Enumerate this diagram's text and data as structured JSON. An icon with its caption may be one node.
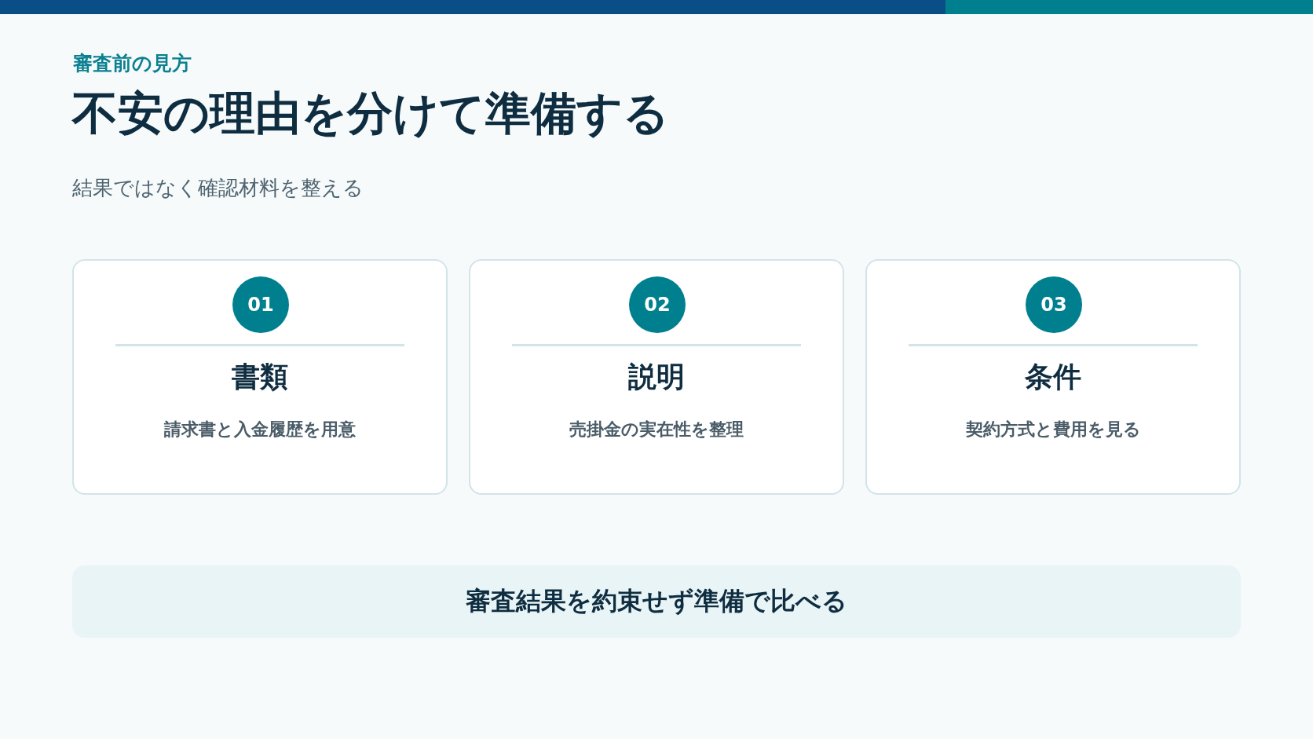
{
  "diagram": {
    "title": "不安の理由を分けて準備する",
    "nodes": [
      {
        "text": [
          "書類",
          "請求書と入金履歴を用意"
        ]
      },
      {
        "text": [
          "01"
        ],
        "in": 0
      },
      {
        "text": [
          "説明",
          "売掛金の実在性を整理"
        ]
      },
      {
        "text": [
          "02"
        ],
        "in": 2
      },
      {
        "text": [
          "条件",
          "契約方式と費用を見る"
        ]
      },
      {
        "text": [
          "03"
        ],
        "in": 4
      },
      {
        "text": [
          "審査結果を約束せず準備で比べる"
        ]
      }
    ],
    "labels": [
      "審査前の見方",
      "結果ではなく確認材料を整える"
    ]
  }
}
